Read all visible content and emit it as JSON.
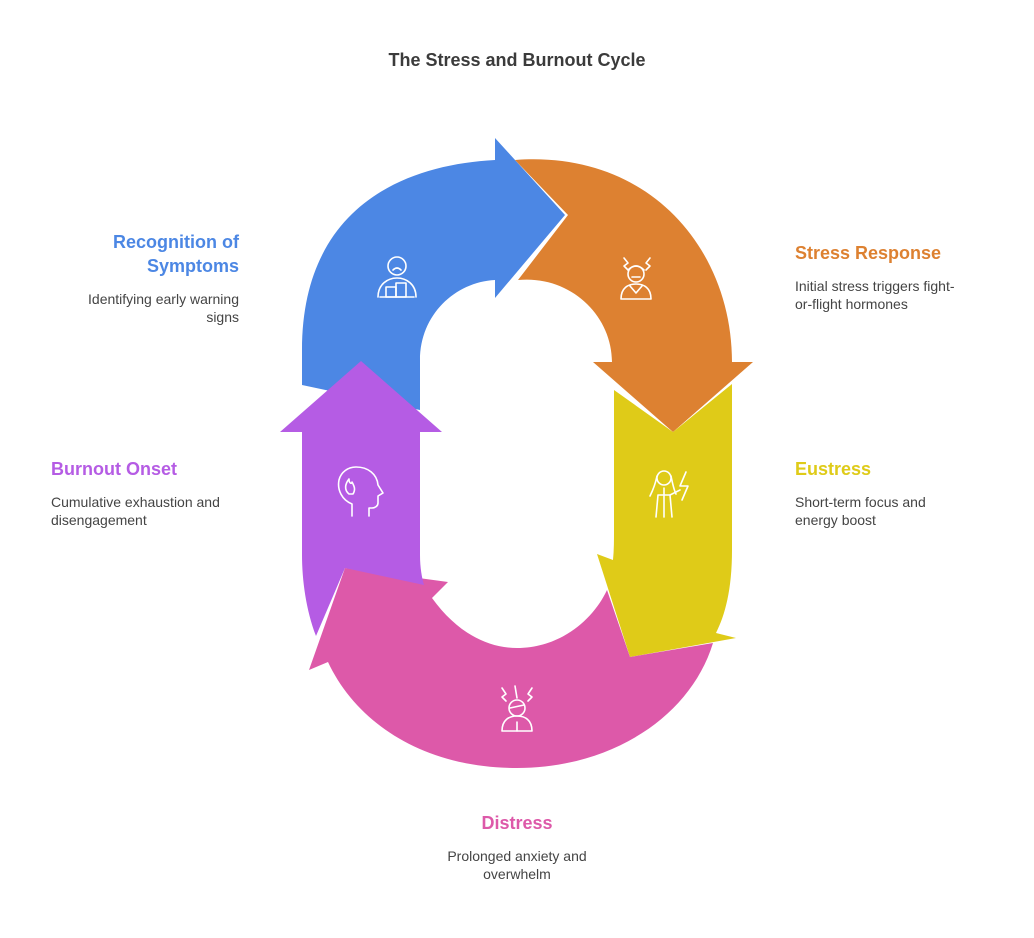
{
  "title": "The Stress and Burnout Cycle",
  "colors": {
    "recognition": "#4C87E4",
    "stress_response": "#DD8131",
    "eustress": "#DFCB18",
    "distress": "#DD59A9",
    "burnout": "#B55CE4",
    "text": "#444444"
  },
  "stages": {
    "recognition": {
      "label": "Recognition of Symptoms",
      "label_line1": "Recognition of",
      "label_line2": "Symptoms",
      "desc_line1": "Identifying early warning",
      "desc_line2": "signs",
      "icon": "person-at-desk-icon"
    },
    "stress_response": {
      "label": "Stress Response",
      "desc_line1": "Initial stress triggers fight-",
      "desc_line2": "or-flight hormones",
      "icon": "stressed-woman-icon"
    },
    "eustress": {
      "label": "Eustress",
      "desc_line1": "Short-term focus and",
      "desc_line2": "energy boost",
      "icon": "energized-person-icon"
    },
    "distress": {
      "label": "Distress",
      "desc_line1": "Prolonged anxiety and",
      "desc_line2": "overwhelm",
      "icon": "anxious-person-icon"
    },
    "burnout": {
      "label": "Burnout Onset",
      "desc_line1": "Cumulative exhaustion and",
      "desc_line2": "disengagement",
      "icon": "head-with-flame-icon"
    }
  }
}
